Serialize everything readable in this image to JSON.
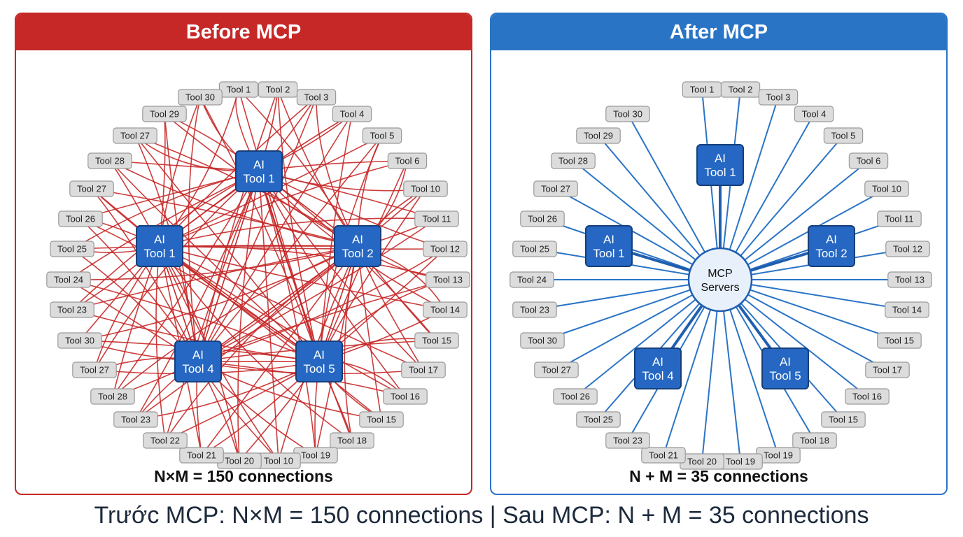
{
  "colors": {
    "before_accent": "#c62828",
    "after_accent": "#2a74c6",
    "ai_box": "#2567c2",
    "tool_box": "#dcdcdc",
    "hub_fill": "#e8f1fb"
  },
  "before": {
    "title": "Before MCP",
    "footer": "N×M = 150 connections",
    "ai_nodes": [
      "AI Tool 1",
      "AI Tool 1",
      "AI Tool 2",
      "AI Tool 4",
      "AI Tool 5"
    ],
    "tools": [
      "Tool 1",
      "Tool 2",
      "Tool 3",
      "Tool 4",
      "Tool 5",
      "Tool 6",
      "Tool 10",
      "Tool 11",
      "Tool 12",
      "Tool 13",
      "Tool 14",
      "Tool 15",
      "Tool 17",
      "Tool 16",
      "Tool 15",
      "Tool 18",
      "Tool 19",
      "Tool 10",
      "Tool 20",
      "Tool 21",
      "Tool 22",
      "Tool 23",
      "Tool 28",
      "Tool 27",
      "Tool 30",
      "Tool 23",
      "Tool 24",
      "Tool 25",
      "Tool 26",
      "Tool 27",
      "Tool 28",
      "Tool 27",
      "Tool 29",
      "Tool 30"
    ]
  },
  "after": {
    "title": "After MCP",
    "footer": "N + M = 35 connections",
    "hub": "MCP Servers",
    "ai_nodes": [
      "AI Tool 1",
      "AI Tool 1",
      "AI Tool 2",
      "AI Tool 4",
      "AI Tool 5"
    ],
    "tools": [
      "Tool 1",
      "Tool 2",
      "Tool 3",
      "Tool 4",
      "Tool 5",
      "Tool 6",
      "Tool 10",
      "Tool 11",
      "Tool 12",
      "Tool 13",
      "Tool 14",
      "Tool 15",
      "Tool 17",
      "Tool 16",
      "Tool 15",
      "Tool 18",
      "Tool 19",
      "Tool 19",
      "Tool 20",
      "Tool 21",
      "Tool 23",
      "Tool 25",
      "Tool 26",
      "Tool 27",
      "Tool 30",
      "Tool 23",
      "Tool 24",
      "Tool 25",
      "Tool 26",
      "Tool 27",
      "Tool 28",
      "Tool 29",
      "Tool 30"
    ]
  },
  "caption": "Trước MCP: N×M = 150 connections | Sau MCP: N + M = 35 connections"
}
